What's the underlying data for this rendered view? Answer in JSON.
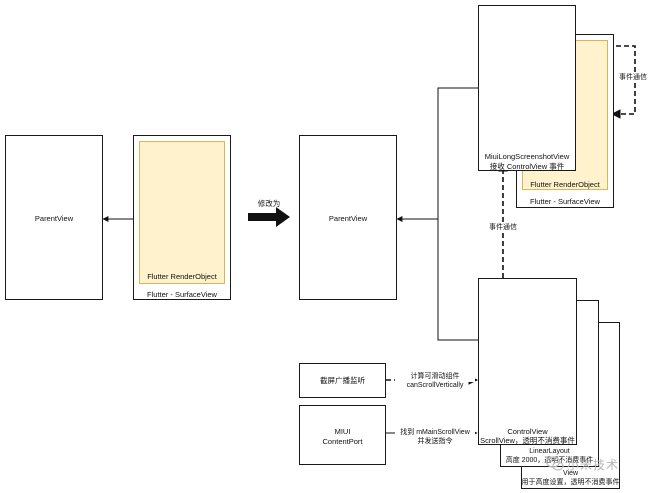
{
  "left": {
    "parent_view": "ParentView",
    "render_object": "Flutter RenderObject",
    "surface_view": "Flutter - SurfaceView"
  },
  "transform_label": "修改为",
  "right": {
    "parent_view": "ParentView",
    "screenshot_view": [
      "MiuiLongScreenshotView",
      "接收 ControlView 事件"
    ],
    "render_object": "Flutter RenderObject",
    "surface_view": "Flutter - SurfaceView",
    "event_comm_top": "事件通信",
    "event_comm_mid": "事件通信",
    "control_view": [
      "ControlView",
      "ScrollView，透明不消费事件"
    ],
    "linear_layout": [
      "LinearLayout",
      "高度 2000，透明不消费事件"
    ],
    "view": [
      "View",
      "用于高度设置，透明不消费事件"
    ],
    "screenshot_listener": "截屏广播监听",
    "calc_label": [
      "计算可滑动组件",
      "canScrollVertically"
    ],
    "content_port": [
      "MIUI",
      "ContentPort"
    ],
    "find_label": [
      "找到 mMainScrollView",
      "并发送指令"
    ]
  },
  "watermark": "小米技术",
  "colors": {
    "render_object_fill": "#fff2cc",
    "border": "#1a1a1a"
  }
}
